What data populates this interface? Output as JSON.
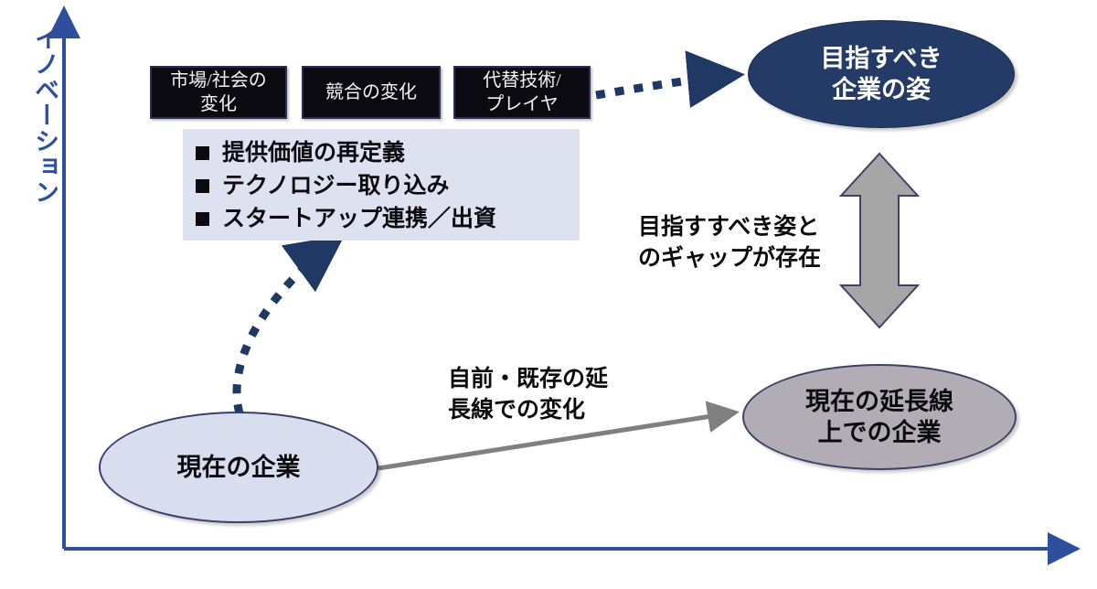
{
  "axis": {
    "y_label": "イノベーション",
    "y_axis_color": "#2E4E9E",
    "x_axis_color": "#2E4E9E"
  },
  "drivers": [
    {
      "label": "市場/社会の\n変化"
    },
    {
      "label": "競合の変化"
    },
    {
      "label": "代替技術/\nプレイヤ"
    }
  ],
  "actions": {
    "items": [
      {
        "label": "提供価値の再定義"
      },
      {
        "label": "テクノロジー取り込み"
      },
      {
        "label": "スタートアップ連携／出資"
      }
    ],
    "background_color": "#DDE1F0"
  },
  "nodes": {
    "target": {
      "label": "目指すべき\n企業の姿",
      "fill_color": "#233B66",
      "text_color": "#FFFFFF"
    },
    "extrapolated": {
      "label": "現在の延長線\n上での企業",
      "fill_color": "#B2ADB4",
      "text_color": "#0B0B0F"
    },
    "current": {
      "label": "現在の企業",
      "fill_color": "#D9DEEF",
      "text_color": "#0B0B0F"
    }
  },
  "annotations": {
    "gap_note": "目指すすべき姿と\nのギャップが存在",
    "change_note": "自前・既存の延\n長線での変化"
  },
  "connectors": {
    "driver_to_target": {
      "style": "dotted",
      "color": "#1F3864"
    },
    "current_to_actions": {
      "style": "dotted",
      "color": "#1F3864"
    },
    "current_to_extrapolated": {
      "style": "solid",
      "color": "#808080"
    },
    "gap_arrow": {
      "style": "double-headed",
      "fill_color": "#A6A6A6",
      "stroke_color": "#3B4468"
    }
  }
}
